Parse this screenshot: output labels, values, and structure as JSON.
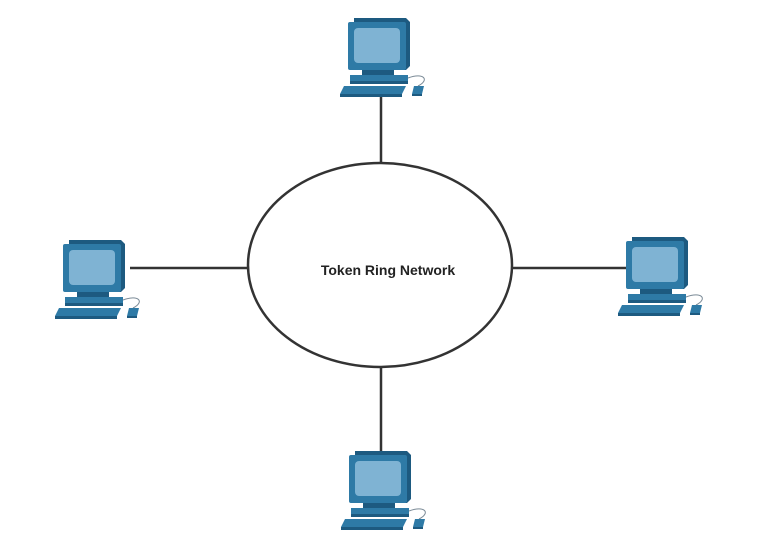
{
  "diagram": {
    "ring_label": "Token Ring Network",
    "nodes": [
      {
        "id": "top",
        "icon": "desktop-computer-icon"
      },
      {
        "id": "left",
        "icon": "desktop-computer-icon"
      },
      {
        "id": "right",
        "icon": "desktop-computer-icon"
      },
      {
        "id": "bottom",
        "icon": "desktop-computer-icon"
      }
    ],
    "edges": [
      {
        "from": "ring",
        "to": "top"
      },
      {
        "from": "ring",
        "to": "left"
      },
      {
        "from": "ring",
        "to": "right"
      },
      {
        "from": "ring",
        "to": "bottom"
      }
    ],
    "colors": {
      "computer_body": "#2e7aa6",
      "computer_dark": "#1d5a80",
      "screen": "#7fb3d3",
      "line": "#333333"
    }
  }
}
